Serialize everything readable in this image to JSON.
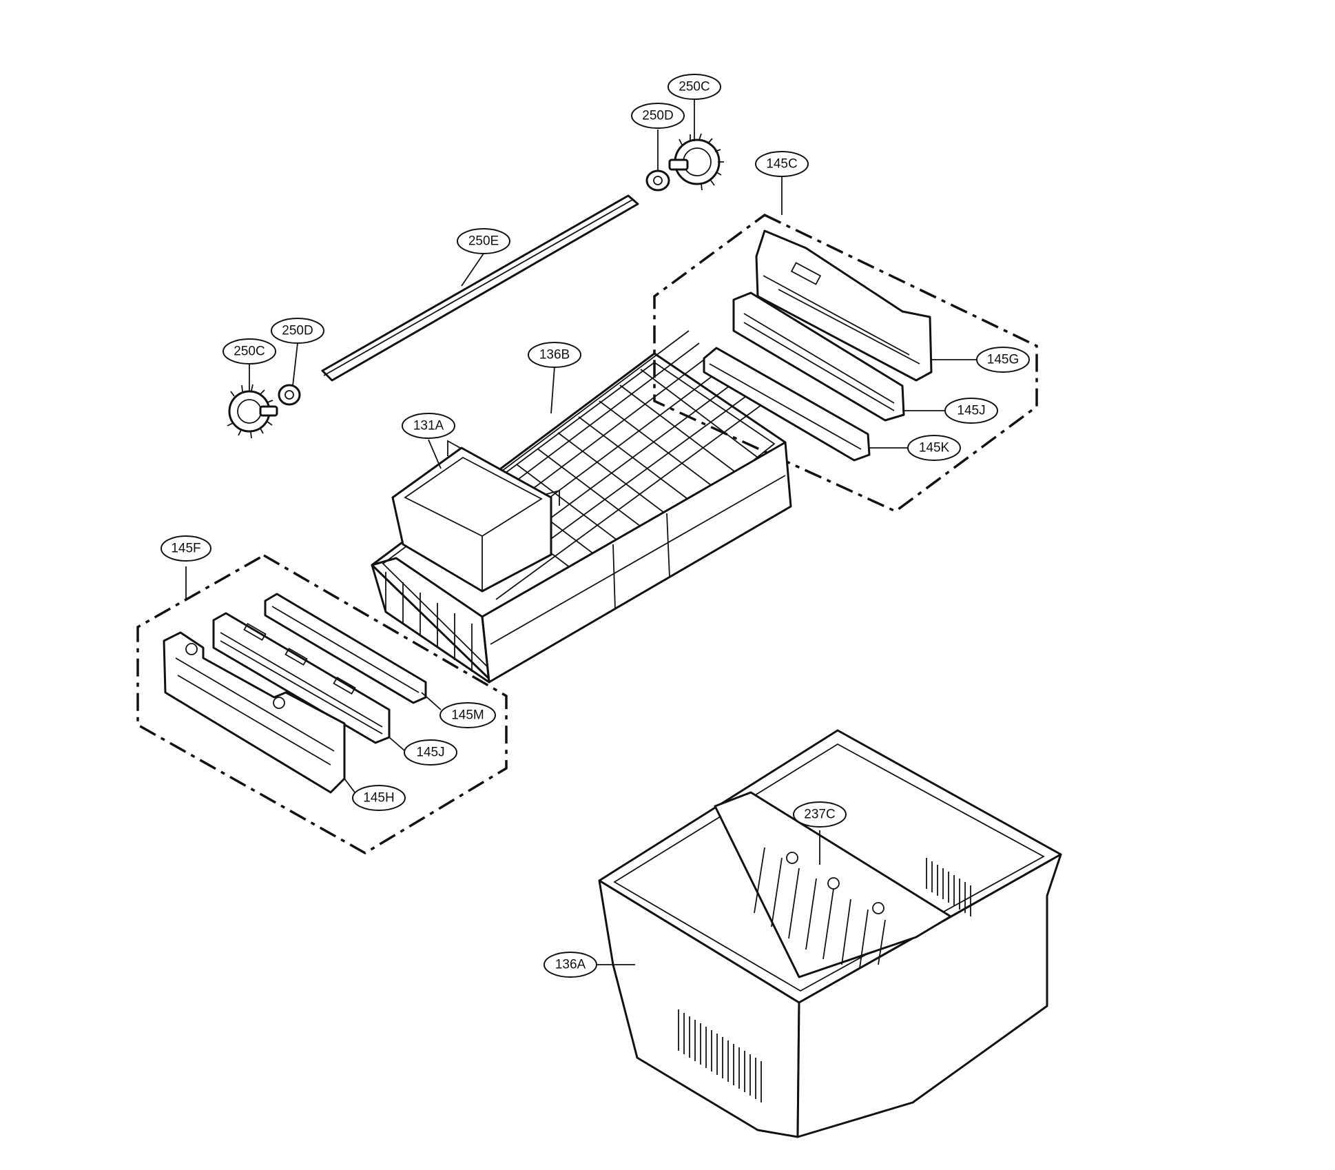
{
  "callouts": {
    "c250C_top": "250C",
    "c250D_top": "250D",
    "c145C": "145C",
    "c250E": "250E",
    "c250D_left": "250D",
    "c250C_left": "250C",
    "c136B": "136B",
    "c131A": "131A",
    "c145G": "145G",
    "c145J_right": "145J",
    "c145K": "145K",
    "c145F": "145F",
    "c145M": "145M",
    "c145J_left": "145J",
    "c145H": "145H",
    "c237C": "237C",
    "c136A": "136A"
  }
}
